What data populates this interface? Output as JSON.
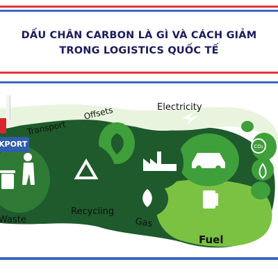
{
  "title": {
    "line1": "DẤU CHÂN CARBON LÀ GÌ VÀ CÁCH GIẢM",
    "line2": "TRONG LOGISTICS QUỐC TẾ"
  },
  "badge": {
    "label": "KPORT"
  },
  "labels": {
    "transport": "Transport",
    "offsets": "Offsets",
    "electricity": "Electricity",
    "waste": "Waste",
    "recycling": "Recycling",
    "gas": "Gas",
    "fuel": "Fuel",
    "co2": "CO₂"
  },
  "colors": {
    "title": "#1a1a5e",
    "stripe_red": "#e5323a",
    "stripe_blue": "#3b67c2",
    "dark_green": "#1e5a2c",
    "mid_green": "#3f9f3a",
    "light_green": "#7cc242",
    "badge_blue": "#2f5fa8"
  },
  "icons": [
    "trash-person-icon",
    "recycle-icon",
    "leaf-icon",
    "factory-icon",
    "lightning-icon",
    "car-icon",
    "flame-icon",
    "fuel-pump-icon",
    "co2-icon",
    "drop-icon"
  ]
}
